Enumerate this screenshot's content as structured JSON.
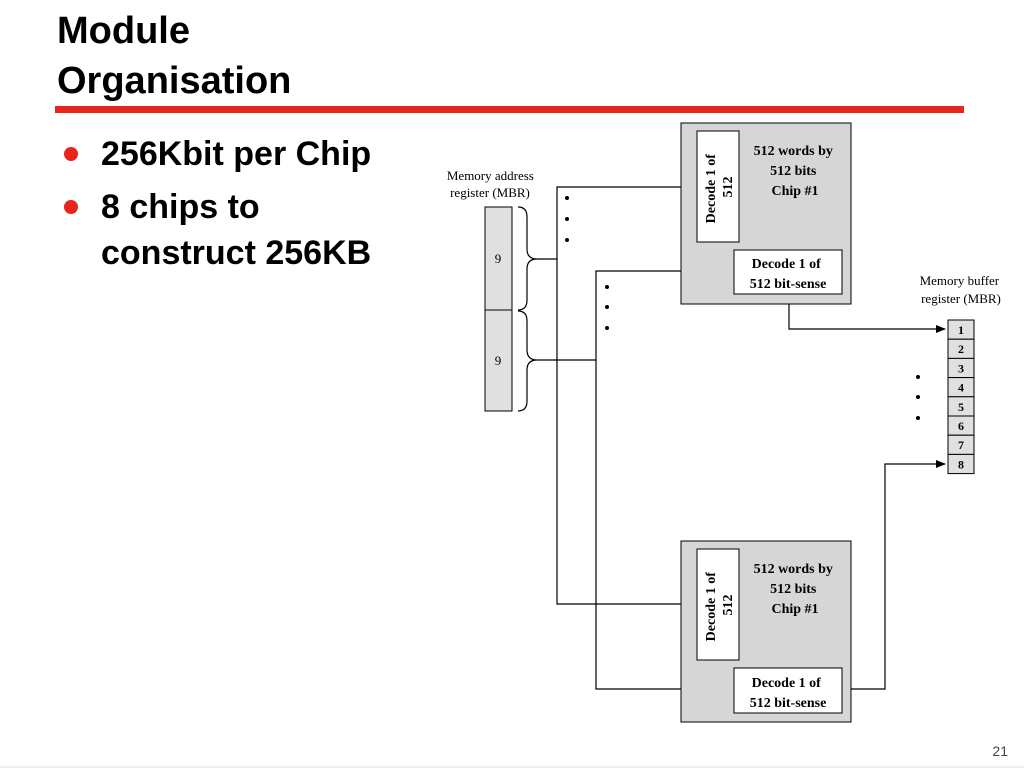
{
  "slide": {
    "title_lines": [
      "Module",
      "Organisation"
    ],
    "bullets": [
      {
        "lines": [
          "256Kbit per Chip"
        ]
      },
      {
        "lines": [
          "8 chips to",
          "construct 256KB"
        ]
      }
    ],
    "page_number": "21",
    "accent_color": "#e8251c"
  },
  "diagram": {
    "mar_label_lines": [
      "Memory address",
      "register (MBR)"
    ],
    "mar_fields": [
      "9",
      "9"
    ],
    "mbr_label_lines": [
      "Memory buffer",
      "register (MBR)"
    ],
    "mbr_bits": [
      "1",
      "2",
      "3",
      "4",
      "5",
      "6",
      "7",
      "8"
    ],
    "chip_top": {
      "decoder_lines": [
        "Decode 1 of",
        "512"
      ],
      "array_lines": [
        "512 words by",
        "512 bits",
        "Chip #1"
      ],
      "sense_lines": [
        "Decode 1 of",
        "512 bit-sense"
      ]
    },
    "chip_bottom": {
      "decoder_lines": [
        "Decode 1 of",
        "512"
      ],
      "array_lines": [
        "512 words by",
        "512 bits",
        "Chip #1"
      ],
      "sense_lines": [
        "Decode 1 of",
        "512 bit-sense"
      ]
    },
    "colors": {
      "chip_fill": "#d6d6d6",
      "register_fill": "#e0e0e0",
      "stroke": "#000000"
    }
  }
}
